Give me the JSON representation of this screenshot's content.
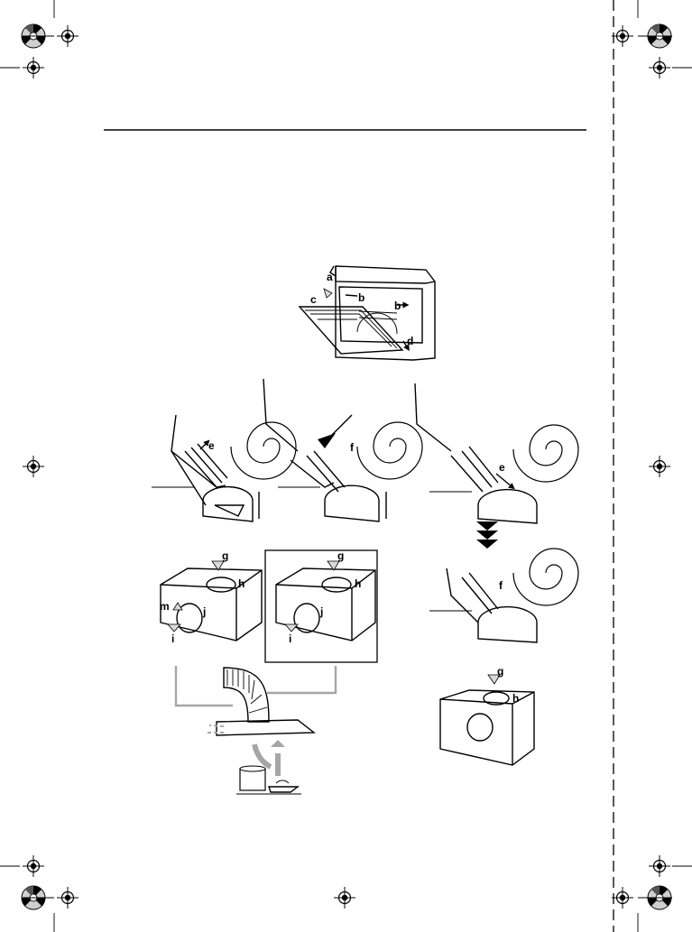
{
  "figure": {
    "labels": {
      "a": "a",
      "b": "b",
      "c": "c",
      "d": "d",
      "e": "e",
      "f": "f",
      "g": "g",
      "h": "h",
      "i": "i",
      "j": "j",
      "m": "m"
    }
  },
  "colors": {
    "ink": "#000000",
    "guide_gray": "#a6a6a6",
    "fill_gray": "#d9d9d9"
  },
  "icons": [
    "registration-mark-icon",
    "color-target-icon",
    "crop-mark-icon",
    "hood-illustration",
    "filter-replacement-illustration",
    "extraction-fan-illustration"
  ]
}
